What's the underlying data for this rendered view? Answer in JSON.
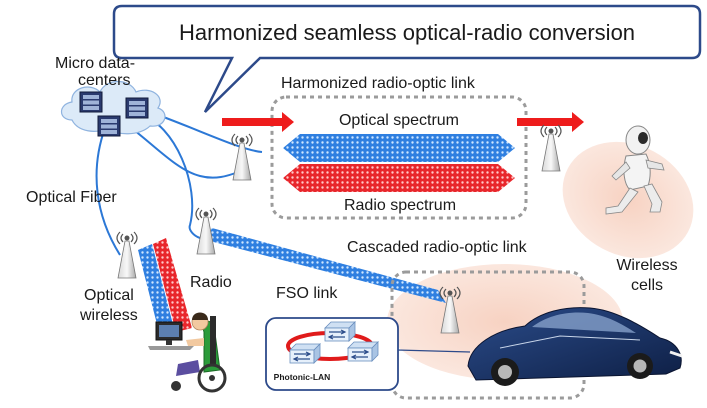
{
  "headline": "Harmonized seamless optical-radio conversion",
  "labels": {
    "micro_line1": "Micro data-",
    "micro_line2": "centers",
    "harmonized_link": "Harmonized radio-optic link",
    "optical_spectrum": "Optical spectrum",
    "radio_spectrum": "Radio spectrum",
    "optical_fiber": "Optical Fiber",
    "cascaded_link": "Cascaded radio-optic link",
    "wireless_line1": "Wireless",
    "wireless_line2": "cells",
    "radio": "Radio",
    "fso_link": "FSO link",
    "optical_line1": "Optical",
    "optical_line2": "wireless",
    "photonic_lan": "Photonic-LAN"
  },
  "colors": {
    "optical_beam": "#2f7fe0",
    "radio_beam": "#e8262b",
    "fiber": "#2c78d6",
    "arrow": "#ee1c1c",
    "callout_border": "#2d4a8a",
    "dotted_box": "#9b9b9b",
    "cell_glow": "#f7d9cc",
    "cloud": "#dceaf8"
  }
}
